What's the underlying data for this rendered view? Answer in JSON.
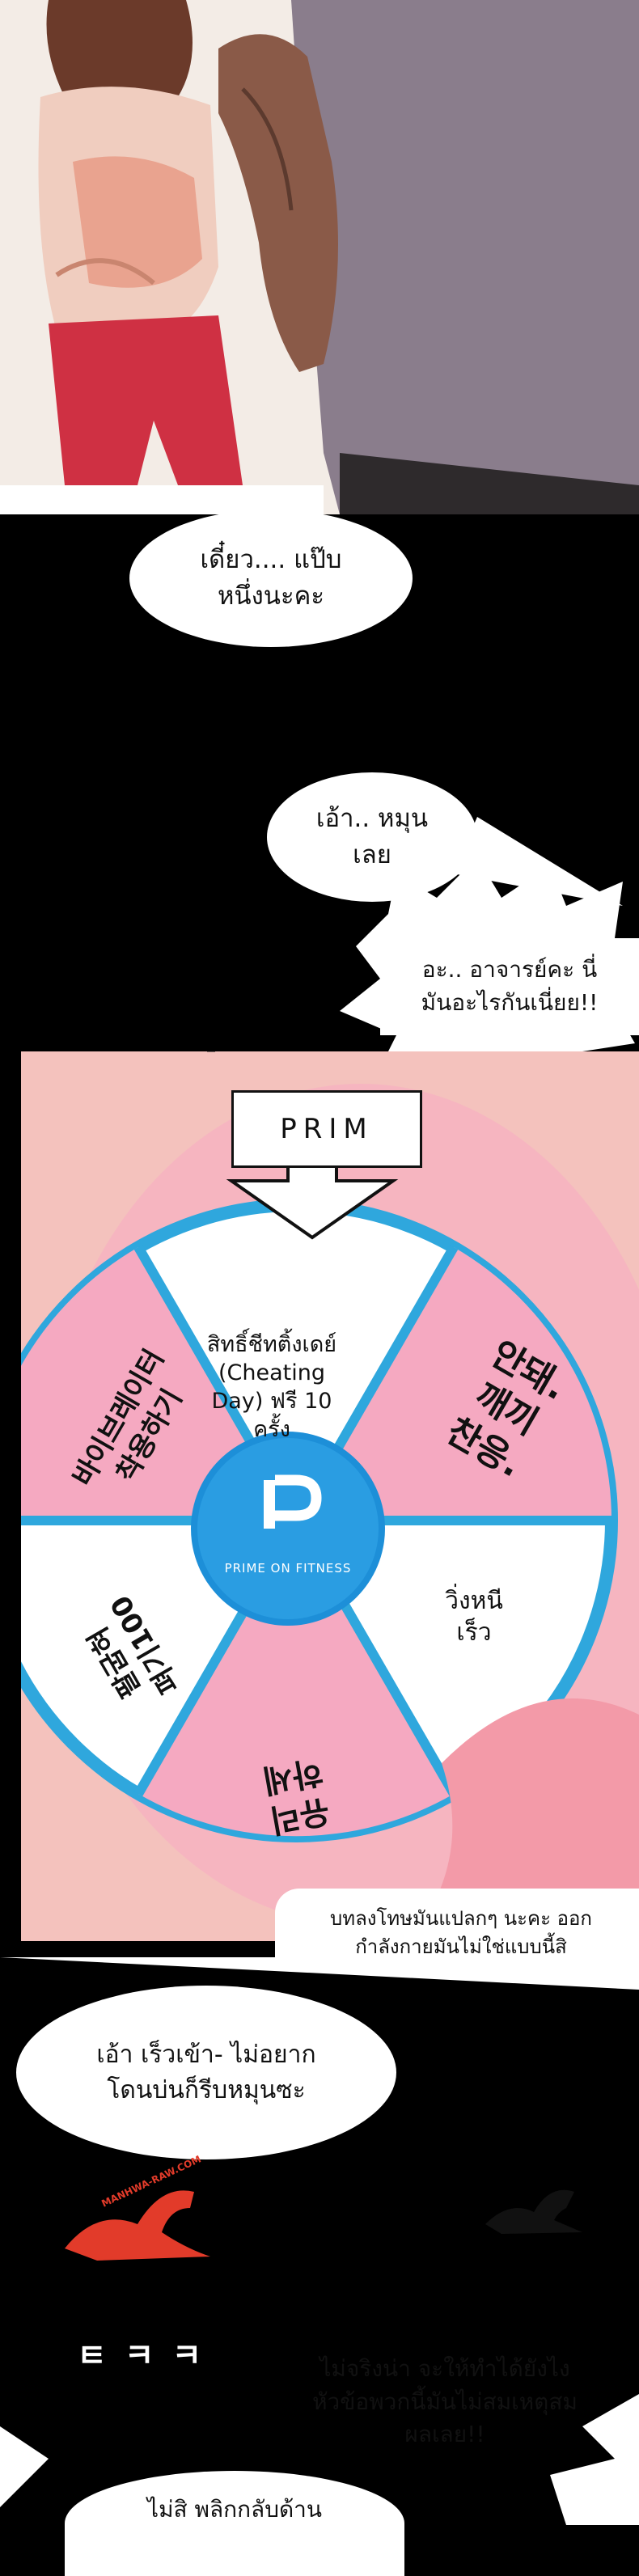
{
  "bubbles": {
    "wait": "เดี๋ยว.... แป๊บ\nหนึ่งนะคะ",
    "spin": "เอ้า.. หมุน\nเลย",
    "what": "อะ.. อาจารย์คะ นี่\nมันอะไรกันเนี่ยย!!",
    "hurry": "เอ้า เร็วเข้า- ไม่อยาก\nโดนบ่นก็รีบหมุนซะ",
    "unreasonable": "ไม่จริงน่า จะให้ทำได้ยังไง\nหัวข้อพวกนี้มันไม่สมเหตุสม\nผลเลย!!",
    "flip": "ไม่สิ พลิกกลับด้าน"
  },
  "wheel": {
    "sign_text": "PRIM",
    "center_label": "PRIME ON FITNESS",
    "segment_cheat": "สิทธิ์ชีทติ้งเดย์\n(Cheating\nDay) ฟรี 10\nครั้ง",
    "segment_run": "วิ่งหนี\nเร็ว",
    "korean_right": "안돼.\n깨끼\n찬응.",
    "korean_left_top": "바이브레이터\n착용하기",
    "korean_left_bottom": "팔굽혀\n펴기100",
    "korean_bottom": "유리\n하세"
  },
  "captions": {
    "punish": "บทลงโทษมันแปลกๆ นะคะ ออก\nกำลังกายมันไม่ใช่แบบนี้สิ"
  },
  "watermark": {
    "logo": "MANHWA-RAW.COM"
  },
  "sfx": {
    "laugh": "ㅌ ㅋ ㅋ"
  }
}
